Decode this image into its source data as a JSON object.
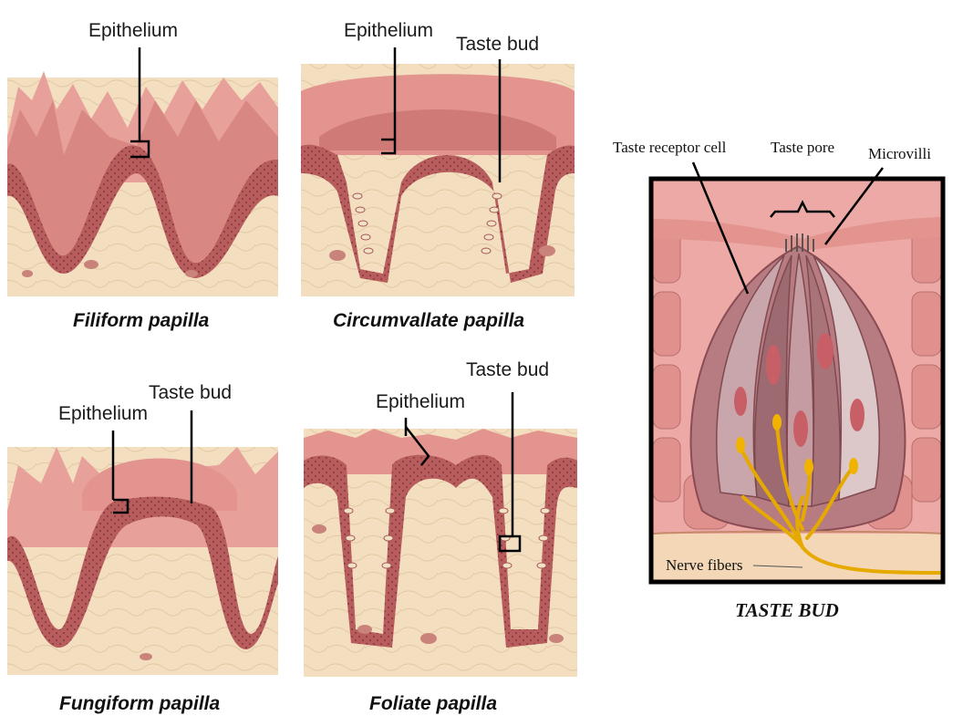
{
  "panels": {
    "filiform": {
      "caption": "Filiform papilla",
      "labels": [
        "Epithelium"
      ]
    },
    "circumvallate": {
      "caption": "Circumvallate papilla",
      "labels": [
        "Epithelium",
        "Taste bud"
      ]
    },
    "fungiform": {
      "caption": "Fungiform papilla",
      "labels": [
        "Epithelium",
        "Taste bud"
      ]
    },
    "foliate": {
      "caption": "Foliate papilla",
      "labels": [
        "Epithelium",
        "Taste bud"
      ]
    }
  },
  "taste_bud": {
    "caption": "TASTE BUD",
    "labels": [
      "Taste receptor cell",
      "Taste pore",
      "Microvilli",
      "Nerve fibers"
    ]
  },
  "colors": {
    "connective": "#f3dfc0",
    "epithelium": "#c26a6a",
    "surface": "#e3948f",
    "nerve": "#f0b400"
  }
}
